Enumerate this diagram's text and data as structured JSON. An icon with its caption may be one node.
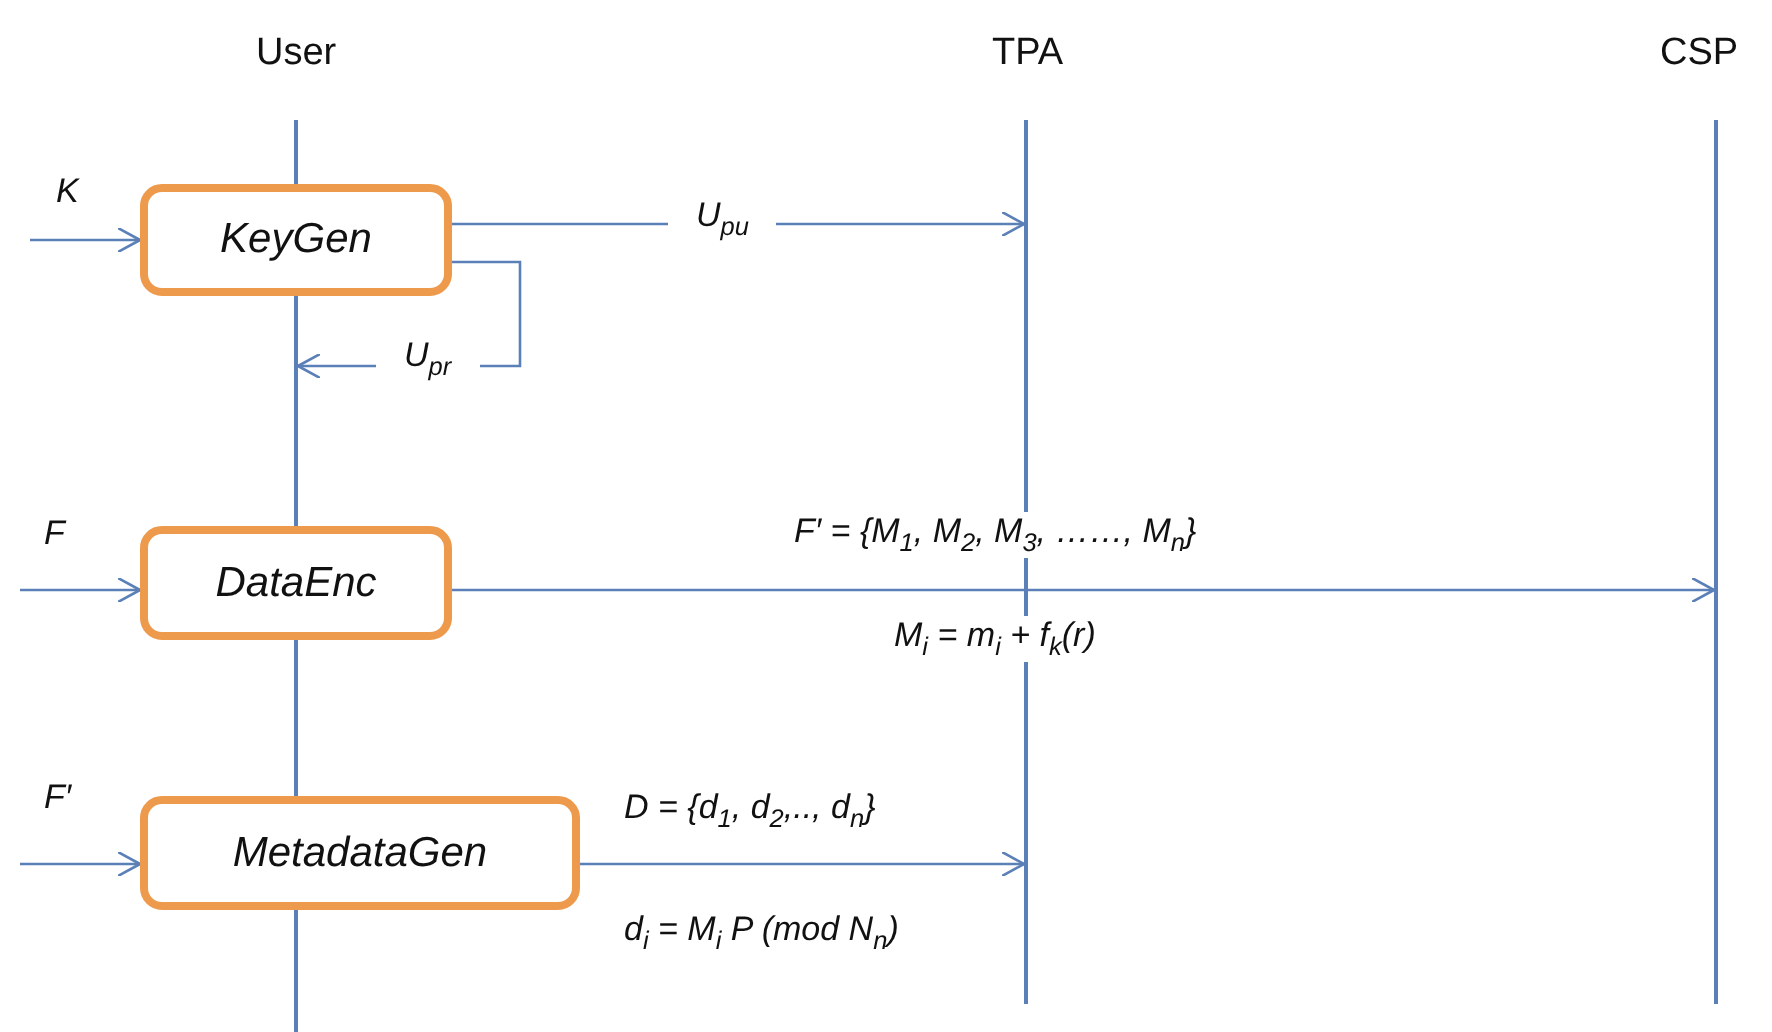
{
  "diagram": {
    "nodes": [
      {
        "text": [],
        "shape": "bar"
      },
      {
        "text": [],
        "shape": "bar"
      },
      {
        "text": [],
        "shape": "bar"
      },
      {
        "text": [
          "KeyGen"
        ]
      },
      {
        "text": [
          "DataEnc"
        ]
      },
      {
        "text": [
          "MetadataGen"
        ]
      }
    ],
    "edges": [
      {
        "from": null,
        "to": 3,
        "arrow": "to",
        "label": "K"
      },
      {
        "from": 3,
        "to": 1,
        "arrow": "to",
        "label": "U$_{pu}$"
      },
      {
        "from": 3,
        "to": 0,
        "arrow": "to",
        "label": "U$_{pr}$"
      },
      {
        "from": null,
        "to": 4,
        "arrow": "to",
        "label": "F"
      },
      {
        "from": 4,
        "to": 2,
        "arrow": "to",
        "label": "F′ = {M$_{1}$, M$_{2}$, M$_{3}$, ……, M$_{n}$}"
      },
      {
        "from": null,
        "to": 5,
        "arrow": "to",
        "label": "F′"
      },
      {
        "from": 5,
        "to": 1,
        "arrow": "to",
        "label": "D = {d$_{1}$, d$_{2}$,.., d$_{n}$}"
      }
    ],
    "labels": [
      "User",
      "TPA",
      "CSP",
      "M$_{i}$ = m$_{i}$ + f$_{k}$(r)",
      "d$_{i}$ = M$_{i}$ P (mod N$_{n}$)"
    ]
  }
}
